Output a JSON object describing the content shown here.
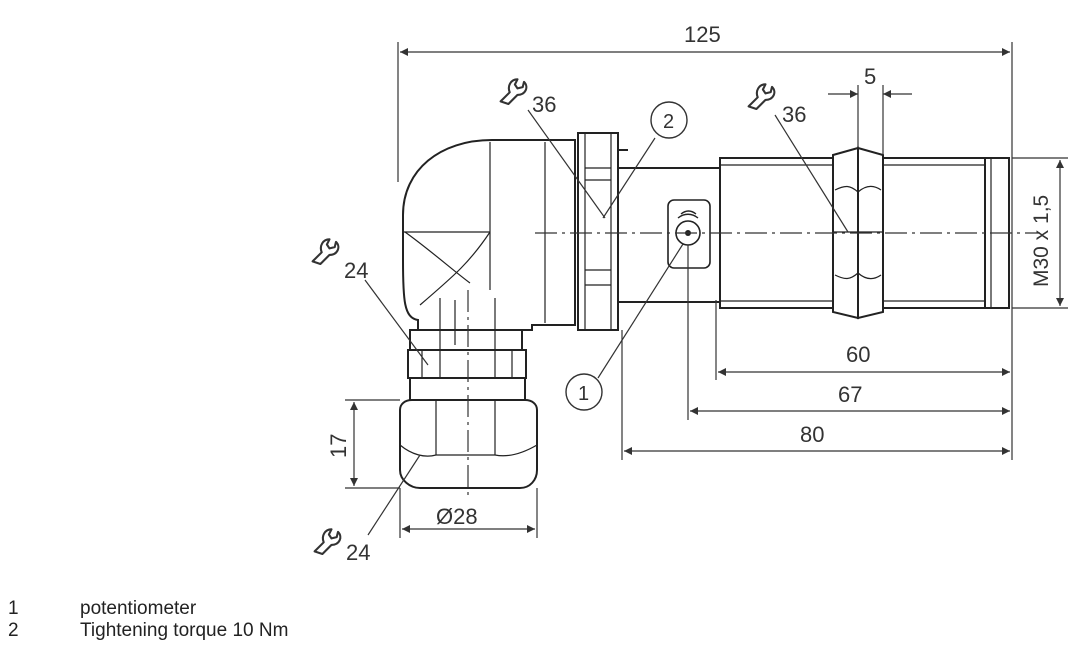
{
  "dimensions": {
    "total_length": "125",
    "nut_width": "5",
    "wrench_large_1": "36",
    "wrench_large_2": "36",
    "wrench_small_1": "24",
    "wrench_small_2": "24",
    "thread": "M30 x 1,5",
    "dim_60": "60",
    "dim_67": "67",
    "dim_80": "80",
    "dim_17": "17",
    "diameter_28": "Ø28"
  },
  "callouts": {
    "c1": "1",
    "c2": "2"
  },
  "legend": [
    {
      "num": "1",
      "text": "potentiometer"
    },
    {
      "num": "2",
      "text": "Tightening torque 10 Nm"
    }
  ]
}
